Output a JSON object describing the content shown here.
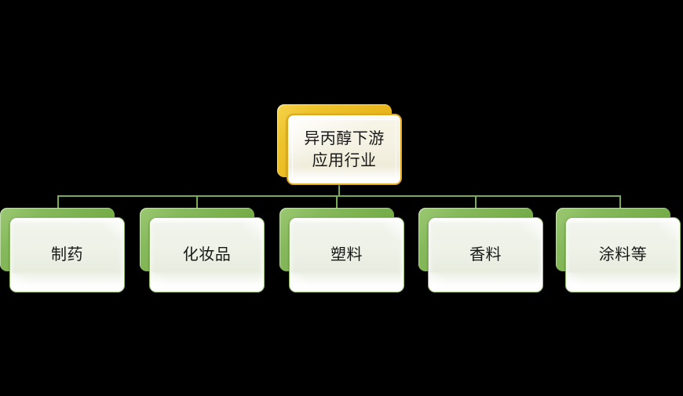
{
  "diagram": {
    "type": "hierarchy-tree",
    "background_color": "#000000",
    "root": {
      "label": "异丙醇下游\n应用行业",
      "box_color": "#e8b71d",
      "face_color": "#f4f1e2",
      "text_color": "#181818"
    },
    "connector_color": "#79ab56",
    "children": [
      {
        "label": "制药",
        "box_color": "#7cb04f",
        "face_color": "#edf1e6",
        "text_color": "#181818"
      },
      {
        "label": "化妆品",
        "box_color": "#7cb04f",
        "face_color": "#edf1e6",
        "text_color": "#181818"
      },
      {
        "label": "塑料",
        "box_color": "#7cb04f",
        "face_color": "#edf1e6",
        "text_color": "#181818"
      },
      {
        "label": "香料",
        "box_color": "#7cb04f",
        "face_color": "#edf1e6",
        "text_color": "#181818"
      },
      {
        "label": "涂料等",
        "box_color": "#7cb04f",
        "face_color": "#edf1e6",
        "text_color": "#181818"
      }
    ]
  },
  "chart_data": {
    "type": "table",
    "title": "异丙醇下游应用行业",
    "categories": [
      "制药",
      "化妆品",
      "塑料",
      "香料",
      "涂料等"
    ],
    "values": [
      null,
      null,
      null,
      null,
      null
    ]
  }
}
